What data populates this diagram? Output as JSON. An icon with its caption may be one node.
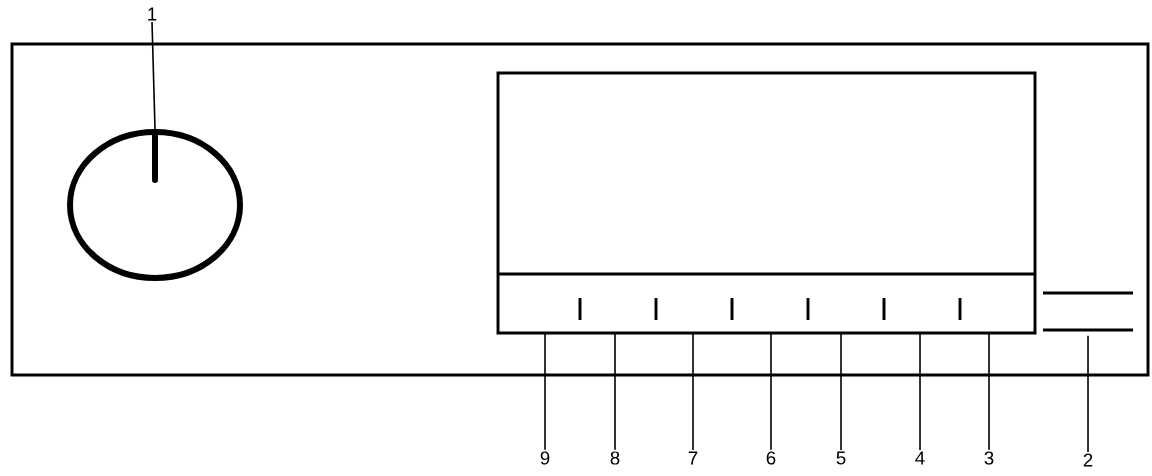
{
  "diagram": {
    "nodes": [
      {
        "text": [
          "1"
        ]
      },
      {
        "text": [],
        "shape": "circle"
      },
      {
        "text": [
          "2"
        ]
      },
      {
        "text": [],
        "shape": "bar"
      },
      {
        "text": [
          "3"
        ]
      },
      {
        "text": [
          "4"
        ]
      },
      {
        "text": [
          "5"
        ]
      },
      {
        "text": [
          "6"
        ]
      },
      {
        "text": [
          "7"
        ]
      },
      {
        "text": [
          "8"
        ]
      },
      {
        "text": [
          "9"
        ]
      }
    ],
    "edges": [
      {
        "from": 0,
        "to": 1,
        "arrow": "none"
      },
      {
        "from": 2,
        "to": 3,
        "arrow": "none"
      },
      {
        "from": 4,
        "to": null,
        "arrow": "none"
      },
      {
        "from": 5,
        "to": null,
        "arrow": "none"
      },
      {
        "from": 6,
        "to": null,
        "arrow": "none"
      },
      {
        "from": 7,
        "to": null,
        "arrow": "none"
      },
      {
        "from": 8,
        "to": null,
        "arrow": "none"
      },
      {
        "from": 9,
        "to": null,
        "arrow": "none"
      },
      {
        "from": 10,
        "to": null,
        "arrow": "none"
      }
    ]
  }
}
